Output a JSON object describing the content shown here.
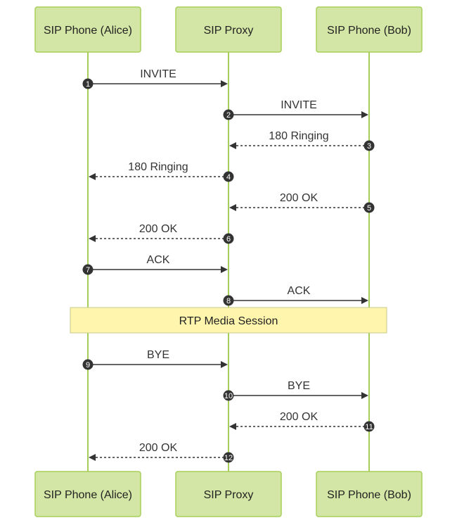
{
  "participants": [
    {
      "id": "alice",
      "label": "SIP Phone (Alice)"
    },
    {
      "id": "proxy",
      "label": "SIP Proxy"
    },
    {
      "id": "bob",
      "label": "SIP Phone (Bob)"
    }
  ],
  "messages": [
    {
      "seq": "1",
      "from": "alice",
      "to": "proxy",
      "label": "INVITE",
      "style": "solid"
    },
    {
      "seq": "2",
      "from": "proxy",
      "to": "bob",
      "label": "INVITE",
      "style": "solid"
    },
    {
      "seq": "3",
      "from": "bob",
      "to": "proxy",
      "label": "180 Ringing",
      "style": "dashed"
    },
    {
      "seq": "4",
      "from": "proxy",
      "to": "alice",
      "label": "180 Ringing",
      "style": "dashed"
    },
    {
      "seq": "5",
      "from": "bob",
      "to": "proxy",
      "label": "200 OK",
      "style": "dashed"
    },
    {
      "seq": "6",
      "from": "proxy",
      "to": "alice",
      "label": "200 OK",
      "style": "dashed"
    },
    {
      "seq": "7",
      "from": "alice",
      "to": "proxy",
      "label": "ACK",
      "style": "solid"
    },
    {
      "seq": "8",
      "from": "proxy",
      "to": "bob",
      "label": "ACK",
      "style": "solid"
    },
    {
      "seq": "9",
      "from": "alice",
      "to": "proxy",
      "label": "BYE",
      "style": "solid"
    },
    {
      "seq": "10",
      "from": "proxy",
      "to": "bob",
      "label": "BYE",
      "style": "solid"
    },
    {
      "seq": "11",
      "from": "bob",
      "to": "proxy",
      "label": "200 OK",
      "style": "dashed"
    },
    {
      "seq": "12",
      "from": "proxy",
      "to": "alice",
      "label": "200 OK",
      "style": "dashed"
    }
  ],
  "note": {
    "label": "RTP Media Session",
    "after_message": "8"
  },
  "colors": {
    "actor_fill": "#d4e6a5",
    "actor_stroke": "#a6cf5a",
    "lifeline": "#a6cf5a",
    "note_fill": "#fff5ad",
    "message": "#333333"
  }
}
